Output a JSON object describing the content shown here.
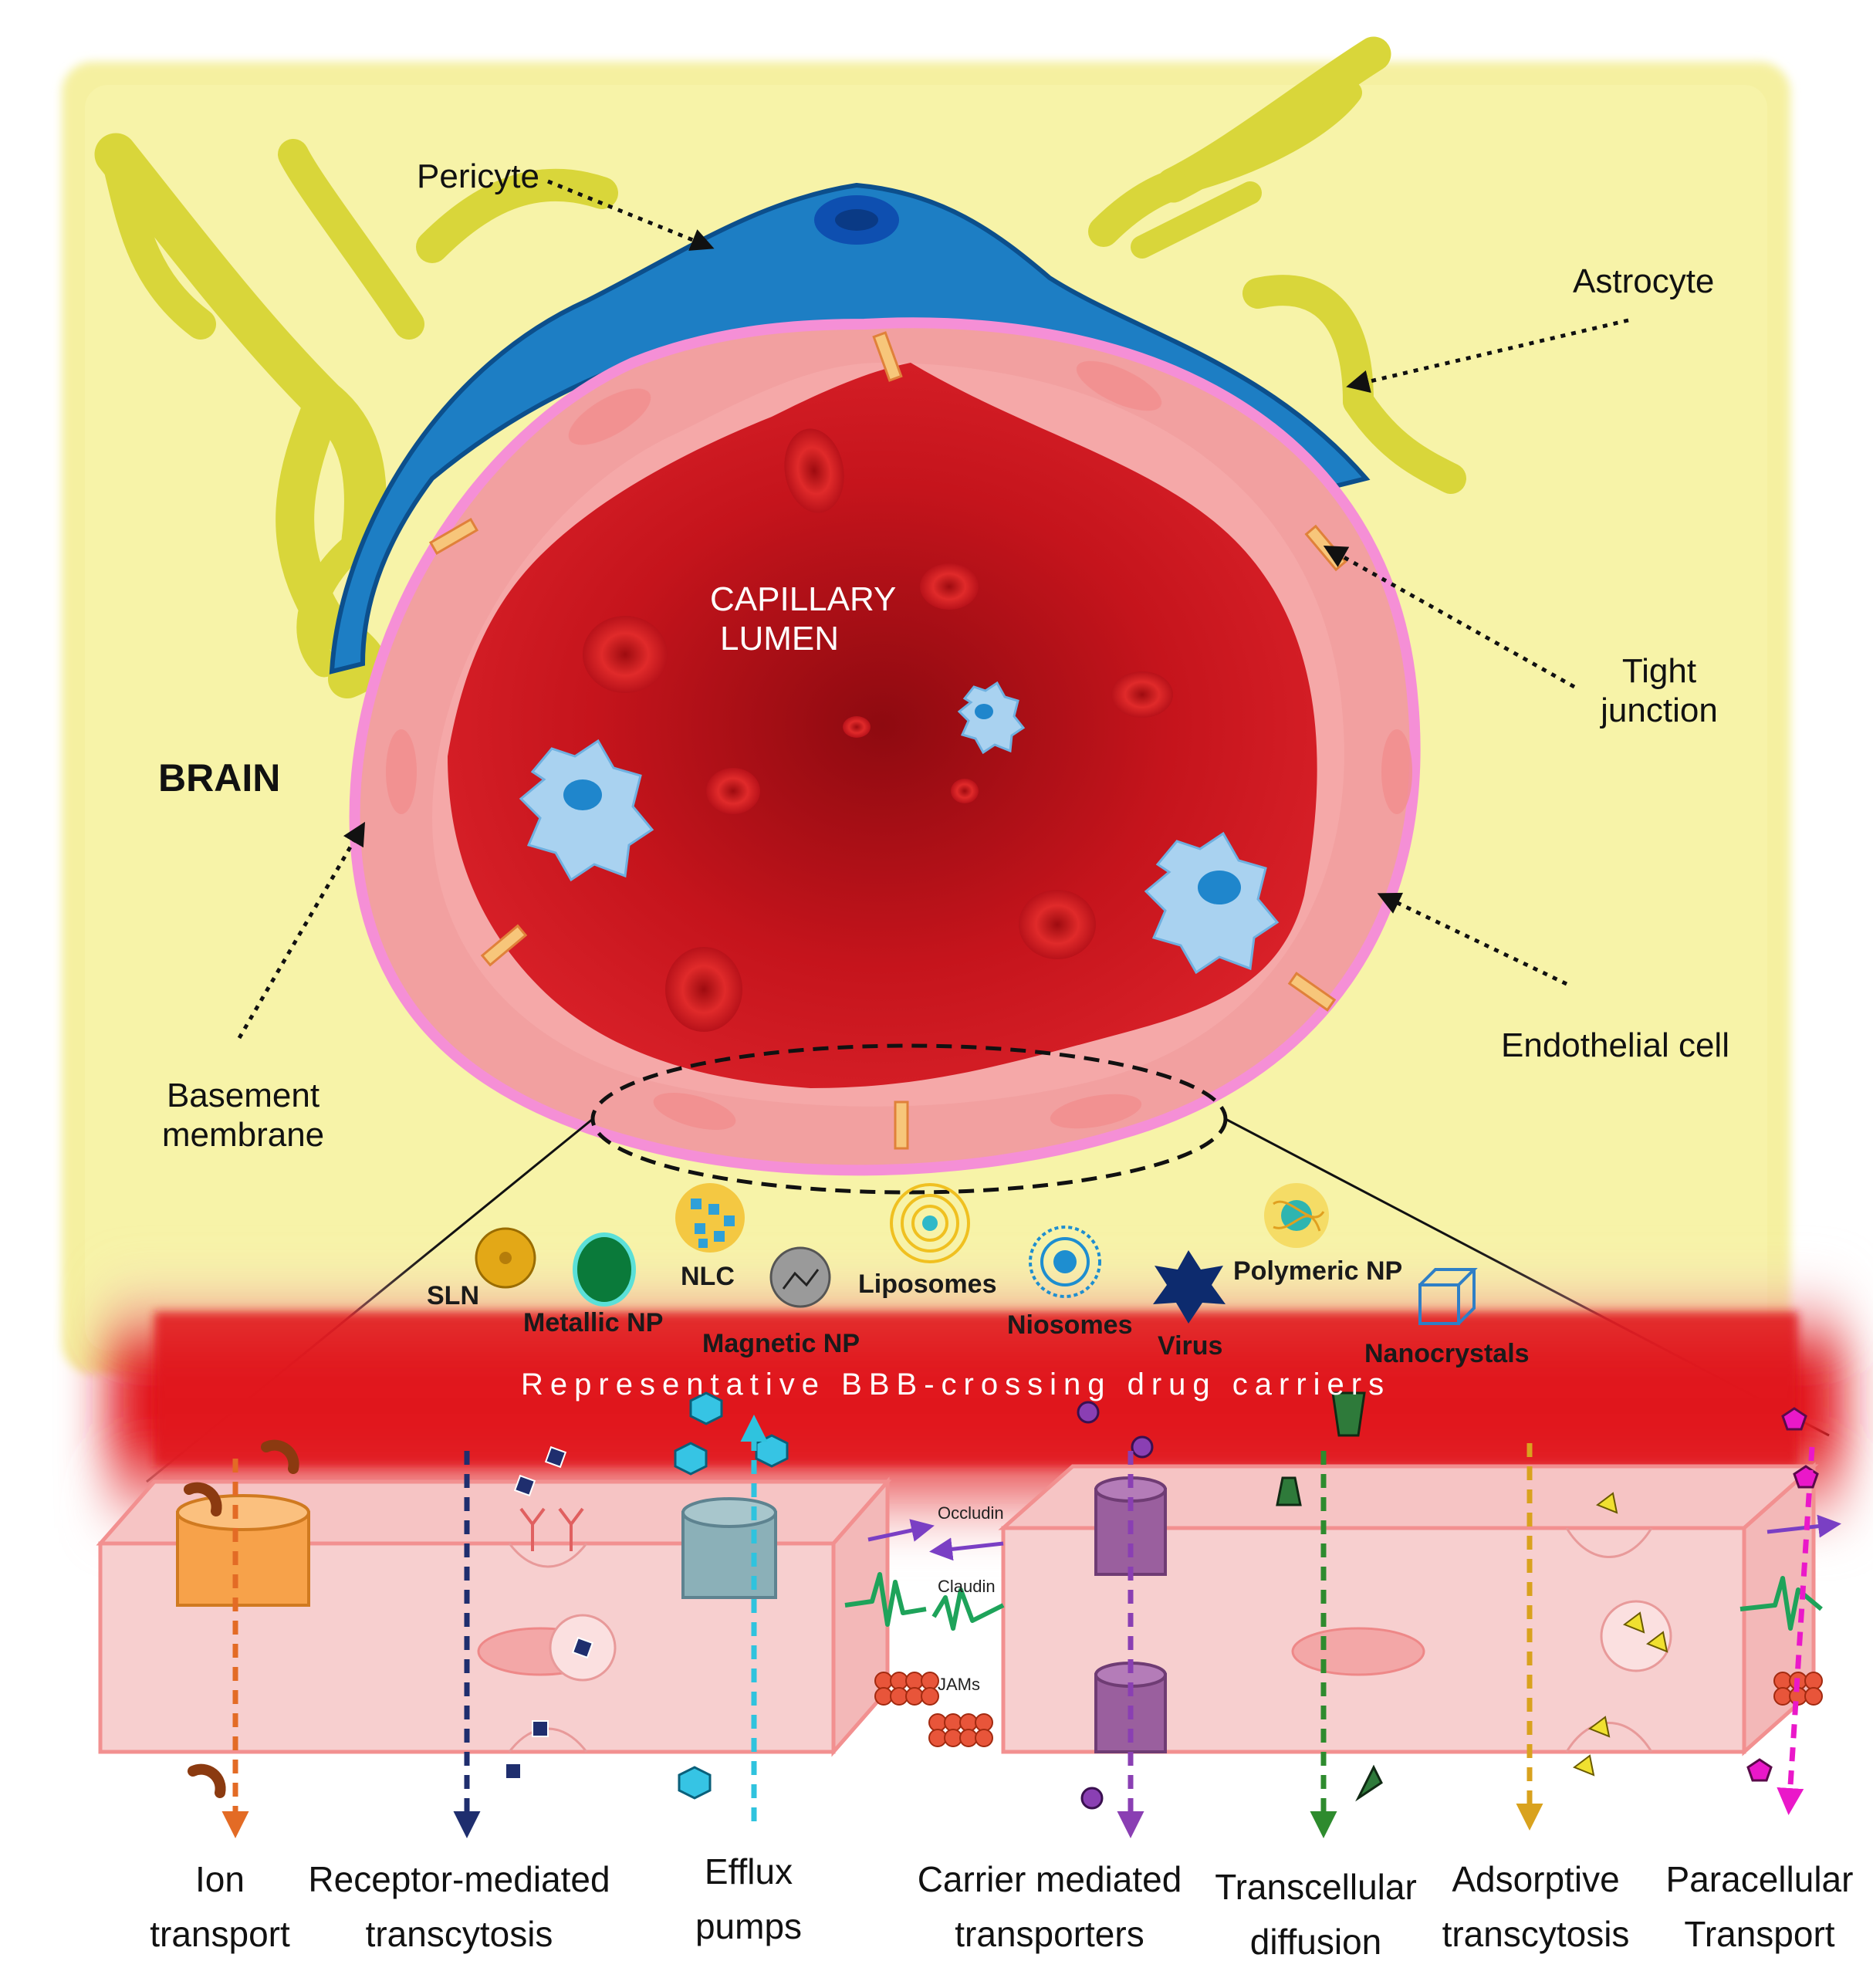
{
  "labels": {
    "pericyte": "Pericyte",
    "astrocyte": "Astrocyte",
    "capillary_lumen_line1": "CAPILLARY",
    "capillary_lumen_line2": "LUMEN",
    "brain": "BRAIN",
    "tight_junction_line1": "Tight",
    "tight_junction_line2": "junction",
    "endothelial_cell": "Endothelial cell",
    "basement_membrane_line1": "Basement",
    "basement_membrane_line2": "membrane"
  },
  "carriers": {
    "sln": "SLN",
    "metallic_np": "Metallic NP",
    "nlc": "NLC",
    "magnetic_np": "Magnetic NP",
    "liposomes": "Liposomes",
    "niosomes": "Niosomes",
    "virus": "Virus",
    "polymeric_np": "Polymeric NP",
    "nanocrystals": "Nanocrystals",
    "band_title": "Representative BBB-crossing drug carriers"
  },
  "junctions": {
    "occludin": "Occludin",
    "claudin": "Claudin",
    "jams": "JAMs"
  },
  "mechanisms": [
    {
      "line1": "Ion",
      "line2": "transport"
    },
    {
      "line1": "Receptor-mediated",
      "line2": "transcytosis"
    },
    {
      "line1": "Efflux",
      "line2": "pumps"
    },
    {
      "line1": "Carrier mediated",
      "line2": "transporters"
    },
    {
      "line1": "Transcellular",
      "line2": "diffusion"
    },
    {
      "line1": "Adsorptive",
      "line2": "transcytosis"
    },
    {
      "line1": "Paracellular",
      "line2": "Transport"
    }
  ],
  "colors": {
    "background": "#f7f3a8",
    "blood": "#c8141c",
    "endothelium": "#f2a0a0",
    "basement_membrane": "#f58fd6",
    "pericyte": "#1d7ec4",
    "astrocyte": "#d9d63a",
    "ion_arrow": "#e36b25",
    "receptor_arrow": "#1f2e6e",
    "efflux_arrow": "#2fc3de",
    "carrier_arrow": "#8a3fb3",
    "transcellular_arrow": "#2e8b2e",
    "adsorptive_arrow": "#d9a21e",
    "paracellular_arrow": "#ea18c9"
  }
}
